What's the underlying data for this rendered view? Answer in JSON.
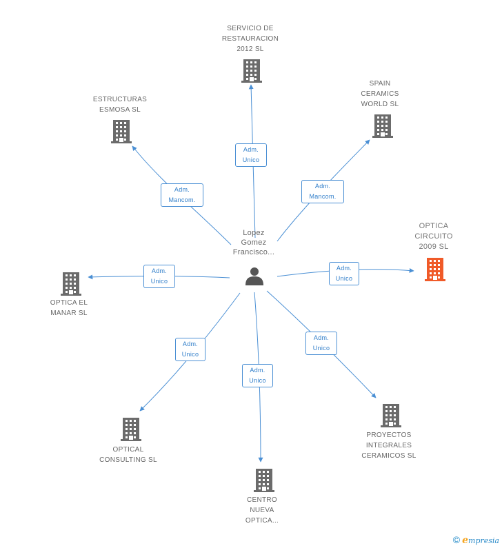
{
  "colors": {
    "edge": "#4a8fd4",
    "building": "#6b6b6b",
    "building_highlight": "#f05a28",
    "person": "#555555"
  },
  "center": {
    "label_lines": [
      "Lopez",
      "Gomez",
      "Francisco..."
    ]
  },
  "nodes": [
    {
      "id": "servicio",
      "label": "SERVICIO DE\nRESTAURACION\n2012 SL",
      "relation": [
        "Adm.",
        "Unico"
      ],
      "highlight": false
    },
    {
      "id": "spain",
      "label": "SPAIN\nCERAMICS\nWORLD  SL",
      "relation": [
        "Adm.",
        "Mancom."
      ],
      "highlight": false
    },
    {
      "id": "estructuras",
      "label": "ESTRUCTURAS\nESMOSA SL",
      "relation": [
        "Adm.",
        "Mancom."
      ],
      "highlight": false
    },
    {
      "id": "optica-circuito",
      "label": "OPTICA\nCIRCUITO\n2009 SL",
      "relation": [
        "Adm.",
        "Unico"
      ],
      "highlight": true
    },
    {
      "id": "optica-manar",
      "label": "OPTICA EL\nMANAR SL",
      "relation": [
        "Adm.",
        "Unico"
      ],
      "highlight": false
    },
    {
      "id": "optical-consulting",
      "label": "OPTICAL\nCONSULTING SL",
      "relation": [
        "Adm.",
        "Unico"
      ],
      "highlight": false
    },
    {
      "id": "centro",
      "label": "CENTRO\nNUEVA\nOPTICA...",
      "relation": [
        "Adm.",
        "Unico"
      ],
      "highlight": false
    },
    {
      "id": "proyectos",
      "label": "PROYECTOS\nINTEGRALES\nCERAMICOS SL",
      "relation": [
        "Adm.",
        "Unico"
      ],
      "highlight": false
    }
  ],
  "footer": {
    "copyright": "©",
    "brand_initial": "e",
    "brand_rest": "mpresia"
  }
}
